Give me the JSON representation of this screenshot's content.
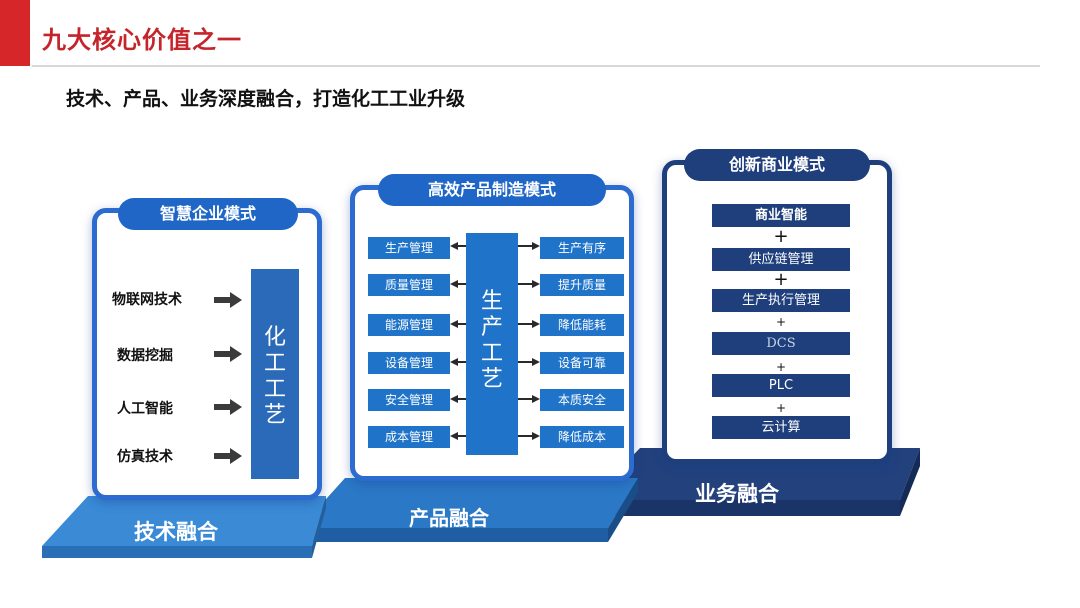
{
  "header": {
    "title": "九大核心价值之一",
    "subtitle": "技术、产品、业务深度融合，打造化工工业升级"
  },
  "left_panel": {
    "pill": "智慧企业模式",
    "items": [
      "物联网技术",
      "数据挖掘",
      "人工智能",
      "仿真技术"
    ],
    "center_bar": "化工工艺",
    "platform_label": "技术融合"
  },
  "middle_panel": {
    "pill": "高效产品制造模式",
    "left_items": [
      "生产管理",
      "质量管理",
      "能源管理",
      "设备管理",
      "安全管理",
      "成本管理"
    ],
    "center_bar": "生产工艺",
    "right_items": [
      "生产有序",
      "提升质量",
      "降低能耗",
      "设备可靠",
      "本质安全",
      "降低成本"
    ],
    "platform_label": "产品融合"
  },
  "right_panel": {
    "pill": "创新商业模式",
    "items": [
      "商业智能",
      "供应链管理",
      "生产执行管理",
      "DCS",
      "PLC",
      "云计算"
    ],
    "plus": "+",
    "platform_label": "业务融合"
  },
  "colors": {
    "title_red": "#c4242a",
    "card_border": "#2c6bd0",
    "pill_blue": "#1f66c6",
    "dark_navy": "#1e3f7c",
    "process_blue": "#1f73c8"
  }
}
